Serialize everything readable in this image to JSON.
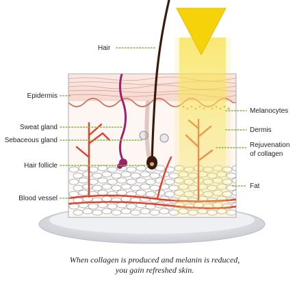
{
  "labels": {
    "hair": "Hair",
    "epidermis": "Epidermis",
    "sweat_gland": "Sweat gland",
    "sebaceous_gland": "Sebaceous gland",
    "hair_follicle": "Hair follicle",
    "blood_vessel": "Blood vessel",
    "melanocytes": "Melanocytes",
    "dermis": "Dermis",
    "rejuvenation_line1": "Rejuvenation",
    "rejuvenation_line2": "of collagen",
    "fat": "Fat"
  },
  "caption": {
    "line1": "When collagen is produced and melanin is reduced,",
    "line2": "you gain refreshed skin."
  },
  "colors": {
    "leader_dots": "#79b83a",
    "light_beam": "#f5d20a",
    "blood_vessel": "#e0402a",
    "sweat_gland": "#a0206a",
    "hair": "#3a1a0c",
    "epidermis_line": "#d08070"
  }
}
